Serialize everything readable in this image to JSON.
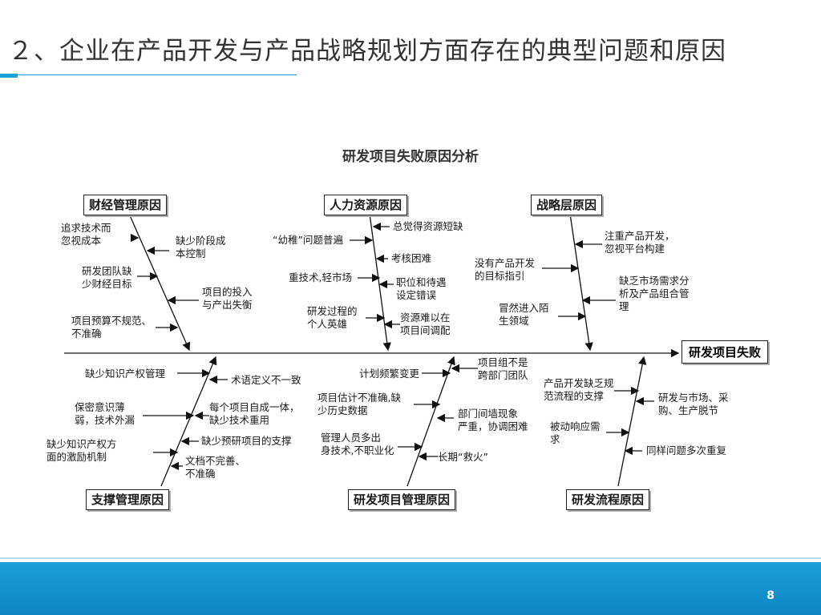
{
  "slide": {
    "title": "２、企业在产品开发与产品战略规划方面存在的典型问题和原因",
    "page_number": "8"
  },
  "diagram": {
    "title": "研发项目失败原因分析",
    "effect": "研发项目失败",
    "top_categories": [
      {
        "name": "财经管理原因",
        "causes": [
          "追求技术而\n忽视成本",
          "缺少阶段成\n本控制",
          "研发团队缺\n少财经目标",
          "项目的投入\n与产出失衡",
          "项目预算不规范、\n不准确"
        ]
      },
      {
        "name": "人力资源原因",
        "causes": [
          "总觉得资源短缺",
          "“幼稚”问题普遍",
          "考核困难",
          "重技术,轻市场",
          "职位和待遇\n设定错误",
          "研发过程的\n个人英雄",
          "资源难以在\n项目间调配"
        ]
      },
      {
        "name": "战略层原因",
        "causes": [
          "注重产品开发，\n忽视平台构建",
          "没有产品开发\n的目标指引",
          "缺乏市场需求分\n析及产品组合管\n理",
          "冒然进入陌\n生领域"
        ]
      }
    ],
    "bottom_categories": [
      {
        "name": "支撑管理原因",
        "causes": [
          "缺少知识产权管理",
          "术语定义不一致",
          "保密意识薄\n弱，技术外漏",
          "每个项目自成一体，\n缺少技术重用",
          "缺少知识产权方\n面的激励机制",
          "缺少预研项目的支撑",
          "文档不完善、\n不准确"
        ]
      },
      {
        "name": "研发项目管理原因",
        "causes": [
          "计划频繁变更",
          "项目组不是\n跨部门团队",
          "项目估计不准确,缺\n少历史数据",
          "部门间墙现象\n严重，协调困难",
          "管理人员多出\n身技术,不职业化",
          "长期“救火”"
        ]
      },
      {
        "name": "研发流程原因",
        "causes": [
          "产品开发缺乏规\n范流程的支撑",
          "研发与市场、采\n购、生产脱节",
          "被动响应需\n求",
          "同样问题多次重复"
        ]
      }
    ]
  },
  "colors": {
    "accent": "#1aa3d6",
    "footer": "#0e86c2"
  }
}
